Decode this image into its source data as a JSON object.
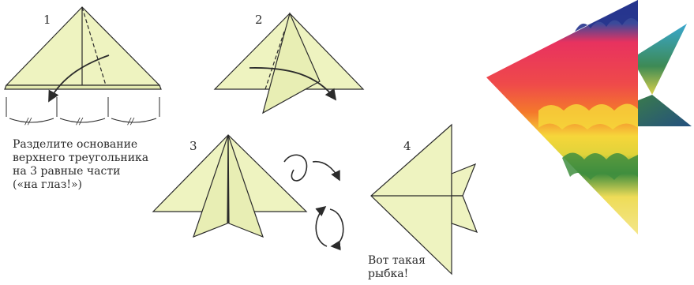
{
  "steps": [
    {
      "number": "1"
    },
    {
      "number": "2"
    },
    {
      "number": "3"
    },
    {
      "number": "4"
    }
  ],
  "divide_mark": "//",
  "instruction": [
    "Разделите основание",
    "верхнего треугольника",
    "на 3 равные части",
    "(«на глаз!»)"
  ],
  "result": [
    "Вот такая",
    "рыбка!"
  ],
  "colors": {
    "paper": "#eef3c0",
    "outline": "#2b2b2b",
    "stripes": [
      "#2a3e8c",
      "#e92e63",
      "#f2602f",
      "#f6d23a",
      "#3f8f3f",
      "#f2e86b"
    ],
    "fin_top": "#3aa3c9",
    "fin_bottom": "#2a5a8c"
  }
}
